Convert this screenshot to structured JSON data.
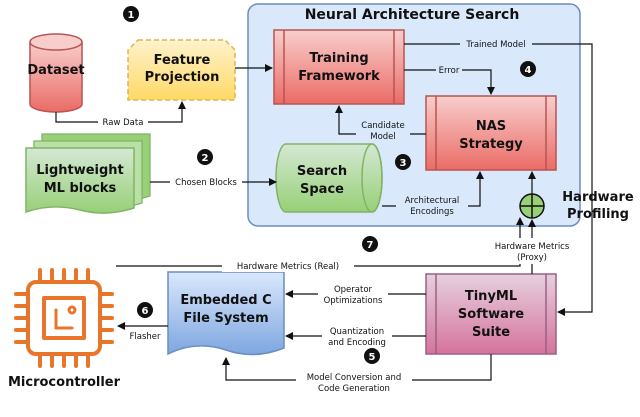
{
  "title": "Neural Architecture Search",
  "nodes": {
    "dataset": "Dataset",
    "feature_projection": [
      "Feature",
      "Projection"
    ],
    "lightweight_blocks": [
      "Lightweight",
      "ML blocks"
    ],
    "training_framework": [
      "Training",
      "Framework"
    ],
    "nas_strategy": [
      "NAS",
      "Strategy"
    ],
    "search_space": [
      "Search",
      "Space"
    ],
    "hardware_profiling": [
      "Hardware",
      "Profiling"
    ],
    "embedded_fs": [
      "Embedded C",
      "File System"
    ],
    "tinyml_suite": [
      "TinyML",
      "Software",
      "Suite"
    ],
    "microcontroller": "Microcontroller"
  },
  "edges": {
    "raw_data": "Raw Data",
    "chosen_blocks": "Chosen Blocks",
    "trained_model": "Trained Model",
    "error": "Error",
    "candidate_model": [
      "Candidate",
      "Model"
    ],
    "arch_encodings": [
      "Architectural",
      "Encodings"
    ],
    "hw_metrics_real": "Hardware Metrics (Real)",
    "hw_metrics_proxy": [
      "Hardware Metrics",
      "(Proxy)"
    ],
    "operator_opt": [
      "Operator",
      "Optimizations"
    ],
    "quant_encoding": [
      "Quantization",
      "and Encoding"
    ],
    "model_conversion": [
      "Model Conversion and",
      "Code Generation"
    ],
    "flasher": "Flasher"
  },
  "steps": [
    "1",
    "2",
    "3",
    "4",
    "5",
    "6",
    "7"
  ],
  "colors": {
    "nas_bg": "#dae8fc",
    "nas_border": "#6c8ebf",
    "red_fill": "#f8cecc",
    "red_border": "#b85450",
    "yellow_fill": "#fff2cc",
    "yellow_border": "#d6b656",
    "green_fill": "#d5e8d4",
    "green_border": "#82b366",
    "blue_fill": "#dae8fc",
    "purple_fill": "#e6d0de",
    "purple_border": "#996185",
    "orange": "#e8752a"
  }
}
